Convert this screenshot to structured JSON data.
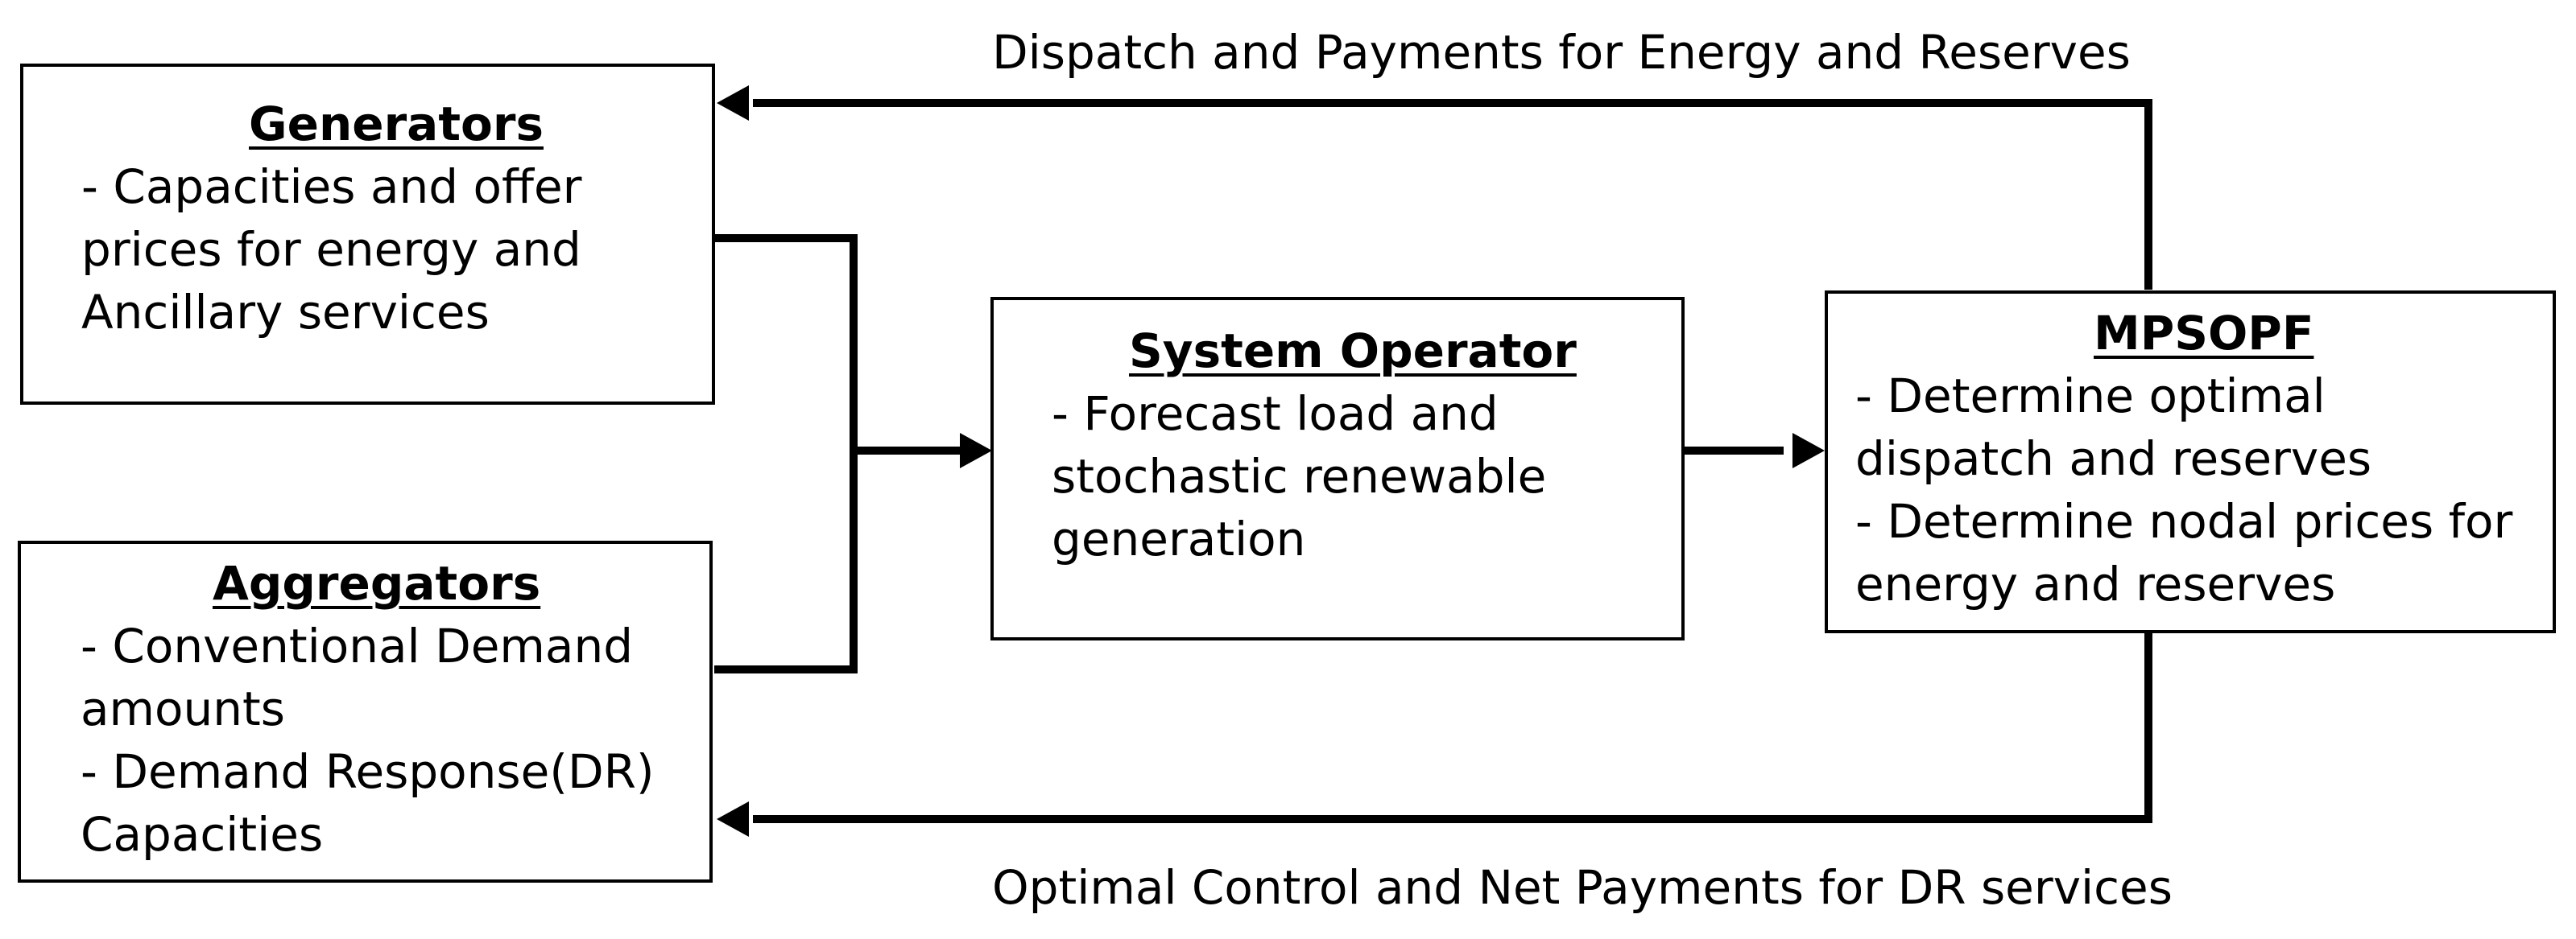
{
  "generators": {
    "title": "Generators",
    "lines": [
      "- Capacities and offer",
      "prices for energy and",
      "Ancillary services"
    ]
  },
  "aggregators": {
    "title": "Aggregators",
    "lines": [
      "- Conventional Demand",
      "amounts",
      "- Demand Response(DR)",
      "Capacities"
    ]
  },
  "system_operator": {
    "title": "System Operator",
    "lines": [
      "- Forecast load and",
      "stochastic renewable",
      "generation"
    ]
  },
  "mpsopf": {
    "title": "MPSOPF",
    "lines": [
      "- Determine optimal",
      "dispatch and reserves",
      "- Determine nodal prices for",
      "energy and reserves"
    ]
  },
  "edges": {
    "top": "Dispatch and Payments for Energy and Reserves",
    "bottom": "Optimal Control and Net Payments for DR services"
  }
}
